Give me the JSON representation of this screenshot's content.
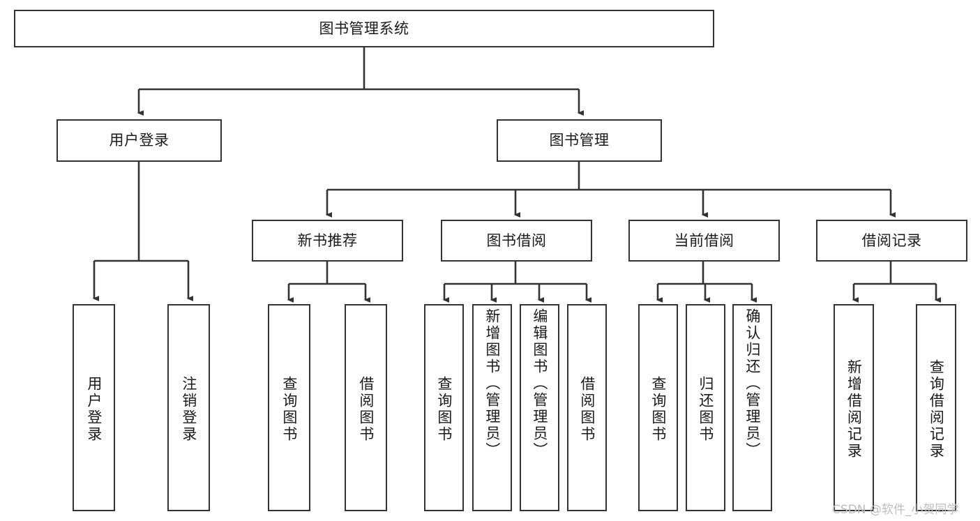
{
  "diagram": {
    "type": "tree",
    "title": "图书管理系统",
    "orientation": "top-down",
    "root": {
      "label": "图书管理系统"
    },
    "level2": [
      {
        "label": "用户登录"
      },
      {
        "label": "图书管理"
      }
    ],
    "level3": [
      {
        "label": "新书推荐"
      },
      {
        "label": "图书借阅"
      },
      {
        "label": "当前借阅"
      },
      {
        "label": "借阅记录"
      }
    ],
    "leaves": {
      "user_login": [
        {
          "label": "用户登录"
        },
        {
          "label": "注销登录"
        }
      ],
      "new_book_recommend": [
        {
          "label": "查询图书"
        },
        {
          "label": "借阅图书"
        }
      ],
      "book_borrow": [
        {
          "label": "查询图书"
        },
        {
          "label": "新增图书（管理员）"
        },
        {
          "label": "编辑图书（管理员）"
        },
        {
          "label": "借阅图书"
        }
      ],
      "current_borrow": [
        {
          "label": "查询图书"
        },
        {
          "label": "归还图书"
        },
        {
          "label": "确认归还（管理员）"
        }
      ],
      "borrow_record": [
        {
          "label": "新增借阅记录"
        },
        {
          "label": "查询借阅记录"
        }
      ]
    }
  },
  "watermark": {
    "text": "CSDN @软件_小贺同学"
  },
  "colors": {
    "stroke": "#333333",
    "fill": "#ffffff",
    "text": "#1a1a1a",
    "watermark": "#bdbdbd"
  }
}
